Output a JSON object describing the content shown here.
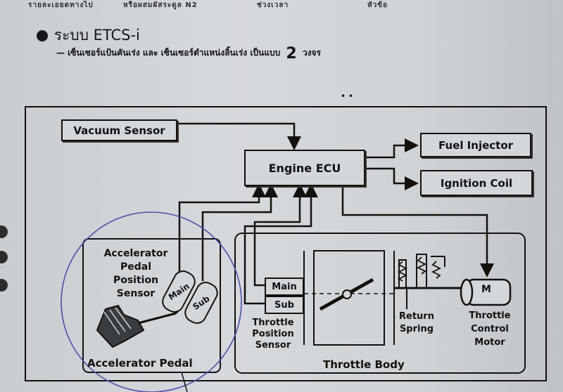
{
  "header": {
    "line1": "รายละเอยดทางไป",
    "line2": "หรือผสมผัสระดูล N2",
    "line3": "ช่วงเวลา",
    "line4": "หัวข้อ"
  },
  "title": {
    "icon": "circle-bullet-icon",
    "text": "ระบบ ETCS-i"
  },
  "subtitle": {
    "prefix": "— เซ็นเซอร์แป้นคันเร่ง และ เซ็นเซอร์ตำแหน่งลิ้นเร่ง เป็นแบบ",
    "number": "2",
    "suffix": "วงจร"
  },
  "decor": {
    "dots": "• •"
  },
  "diagram": {
    "vacuum_sensor": "Vacuum Sensor",
    "engine_ecu": "Engine ECU",
    "fuel_injector": "Fuel Injector",
    "ignition_coil": "Ignition Coil",
    "app_sensor_line1": "Accelerator",
    "app_sensor_line2": "Pedal",
    "app_sensor_line3": "Position",
    "app_sensor_line4": "Sensor",
    "main": "Main",
    "sub": "Sub",
    "accelerator_pedal": "Accelerator Pedal",
    "tps_main": "Main",
    "tps_sub": "Sub",
    "tps_line1": "Throttle",
    "tps_line2": "Position",
    "tps_line3": "Sensor",
    "return_spring_line1": "Return",
    "return_spring_line2": "Spring",
    "motor_letter": "M",
    "motor_line1": "Throttle",
    "motor_line2": "Control",
    "motor_line3": "Motor",
    "throttle_body": "Throttle Body"
  },
  "colors": {
    "ink": "#111111",
    "paper": "#cfd3d6",
    "pen_circle": "#4b4fa8"
  }
}
